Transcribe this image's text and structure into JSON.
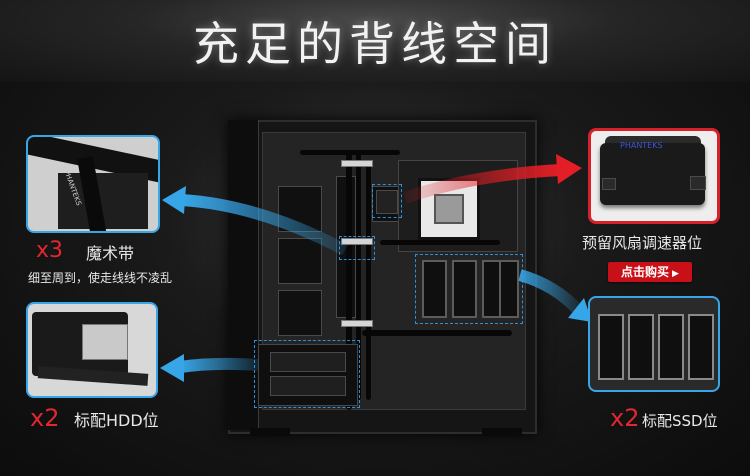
{
  "title": "充足的背线空间",
  "callouts": {
    "magic_tape": {
      "multiplier": "x3",
      "label": "魔术带",
      "description": "细至周到，使走线线不凌乱"
    },
    "hdd": {
      "multiplier": "x2",
      "label": "标配HDD位"
    },
    "fan_controller": {
      "label": "预留风扇调速器位",
      "button": "点击购买"
    },
    "ssd": {
      "multiplier": "x2",
      "label": "标配SSD位"
    }
  },
  "brand_marks": {
    "strap_text": "PHANTEKS",
    "hub_text": "PHANTEKS"
  },
  "colors": {
    "accent_blue": "#2e8fd8",
    "accent_red": "#d8202a",
    "button_red": "#c81018",
    "background": "#151515"
  }
}
